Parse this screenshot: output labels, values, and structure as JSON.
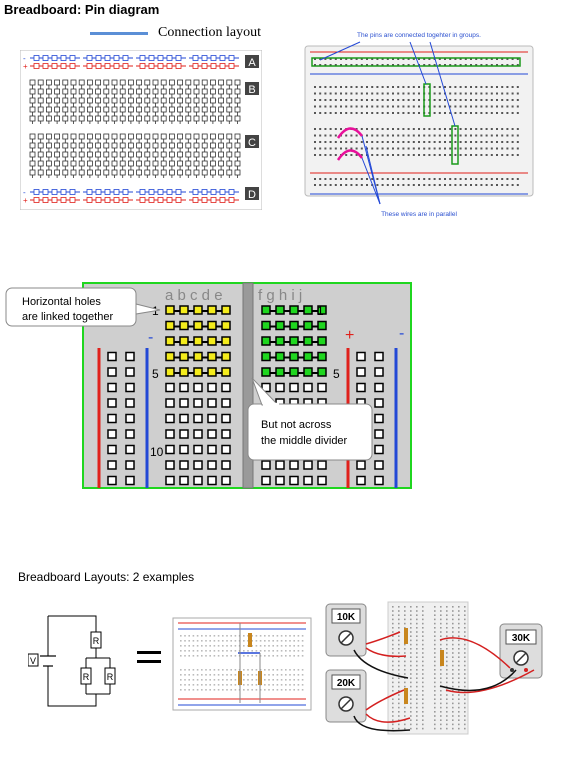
{
  "title": "Breadboard: Pin diagram",
  "legend": {
    "label": "Connection layout"
  },
  "diagram1": {
    "row_labels": [
      "A",
      "B",
      "C",
      "D"
    ]
  },
  "photo": {
    "top_caption": "The pins are connected togehter in groups.",
    "bottom_caption": "These wires are in parallel"
  },
  "closeup": {
    "callout1": [
      "Horizontal holes",
      "are linked together"
    ],
    "callout2": [
      "But not across",
      "the middle divider"
    ],
    "col_left": "a b c d e",
    "col_right": "f g h i j",
    "row_1": "1",
    "row_5": "5",
    "row_10": "10",
    "plus": "+",
    "minus": "-"
  },
  "layouts": {
    "title": "Breadboard Layouts: 2 examples",
    "v": "V",
    "r": "R",
    "meter_10k": "10K",
    "meter_20k": "20K",
    "meter_30k": "30K"
  },
  "colors": {
    "red": "#e0201b",
    "blue": "#2348d6",
    "green": "#1fd61f",
    "yellow": "#f4ec1c",
    "gray": "#c8c8c8"
  }
}
